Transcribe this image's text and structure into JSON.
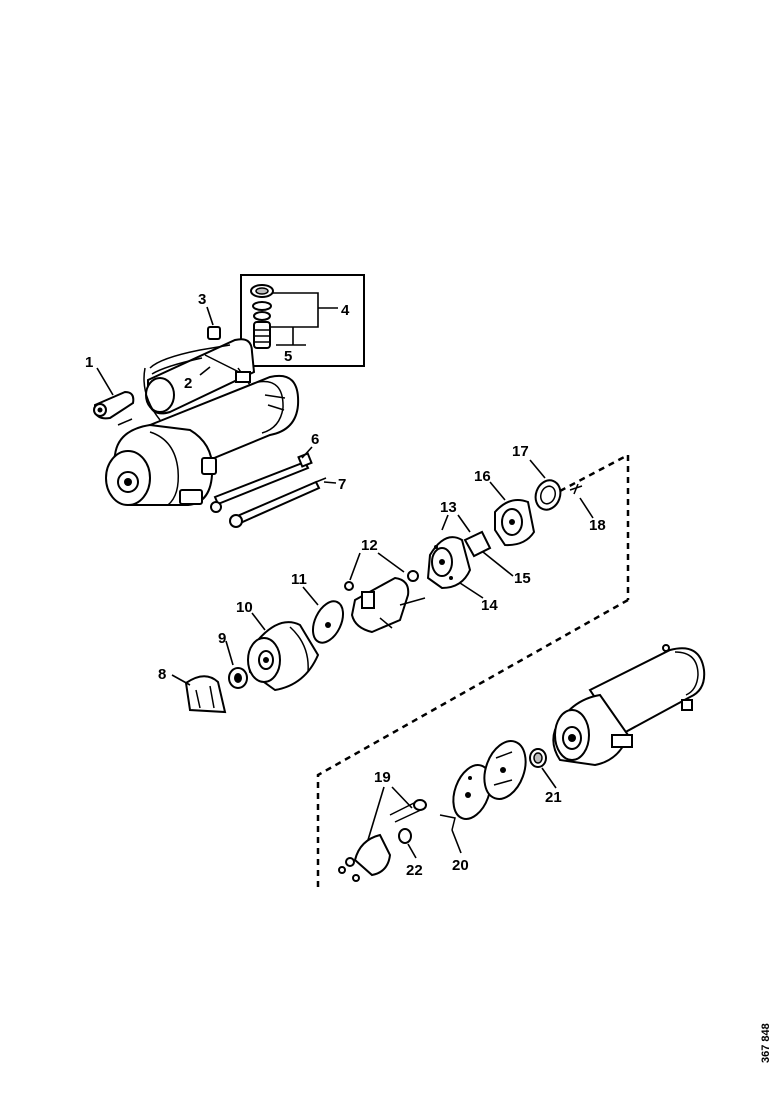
{
  "callouts": [
    "1",
    "2",
    "3",
    "4",
    "5",
    "6",
    "7",
    "8",
    "9",
    "10",
    "11",
    "12",
    "13",
    "14",
    "15",
    "16",
    "17",
    "18",
    "19",
    "20",
    "21",
    "22"
  ],
  "reference": "367 848"
}
